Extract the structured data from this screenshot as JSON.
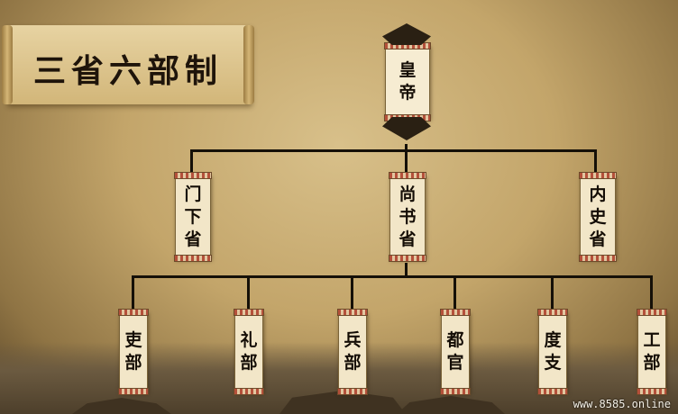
{
  "title": "三省六部制",
  "root": {
    "c1": "皇",
    "c2": "帝"
  },
  "ministries": [
    {
      "c1": "门",
      "c2": "下",
      "c3": "省"
    },
    {
      "c1": "尚",
      "c2": "书",
      "c3": "省"
    },
    {
      "c1": "内",
      "c2": "史",
      "c3": "省"
    }
  ],
  "departments": [
    {
      "c1": "吏",
      "c2": "部"
    },
    {
      "c1": "礼",
      "c2": "部"
    },
    {
      "c1": "兵",
      "c2": "部"
    },
    {
      "c1": "都",
      "c2": "官"
    },
    {
      "c1": "度",
      "c2": "支"
    },
    {
      "c1": "工",
      "c2": "部"
    }
  ],
  "watermark": "www.8585.online"
}
